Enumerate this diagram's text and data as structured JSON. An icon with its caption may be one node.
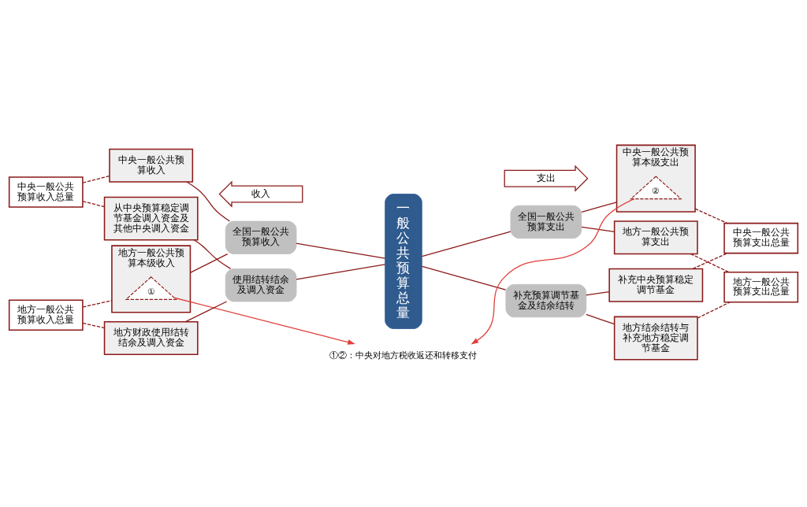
{
  "diagram": {
    "nodes": [
      {
        "text": [
          "收入"
        ]
      },
      {
        "text": [
          "支出"
        ]
      },
      {
        "text": [
          "中央一般公共预算收入总量"
        ]
      },
      {
        "text": [
          "地方一般公共预算收入总量"
        ]
      },
      {
        "text": [
          "中央一般公共预算收入"
        ]
      },
      {
        "text": [
          "地方一般公共预算本级收入"
        ]
      },
      {
        "text": [
          "①"
        ],
        "in": 5
      },
      {
        "text": [
          "从中央预算稳定调节基金调入资金及其他中央调入资金"
        ]
      },
      {
        "text": [
          "地方财政使用结转结余及调入资金"
        ]
      },
      {
        "text": [
          "全国一般公共预算收入"
        ]
      },
      {
        "text": [
          "使用结转结余及调入资金"
        ]
      },
      {
        "text": [
          "一般公共预算总量"
        ]
      },
      {
        "text": [
          "全国一般公共预算支出"
        ]
      },
      {
        "text": [
          "补充预算调节基金及结余结转"
        ]
      },
      {
        "text": [
          "中央一般公共预算本级支出"
        ]
      },
      {
        "text": [
          "②"
        ],
        "in": 14
      },
      {
        "text": [
          "地方一般公共预算支出"
        ]
      },
      {
        "text": [
          "补充中央预算稳定调节基金"
        ]
      },
      {
        "text": [
          "地方结余结转与补充地方稳定调节基金"
        ]
      },
      {
        "text": [
          "中央一般公共预算支出总量"
        ]
      },
      {
        "text": [
          "地方一般公共预算支出总量"
        ]
      },
      {
        "text": [
          "①②：中央对地方税收返还和转移支付"
        ]
      }
    ],
    "edges": [
      {
        "from": 2,
        "to": 4,
        "arrow": "none",
        "style": "dashed"
      },
      {
        "from": 2,
        "to": 7,
        "arrow": "none",
        "style": "dashed"
      },
      {
        "from": 3,
        "to": 5,
        "arrow": "none",
        "style": "dashed"
      },
      {
        "from": 3,
        "to": 8,
        "arrow": "none",
        "style": "dashed"
      },
      {
        "from": 4,
        "to": 9,
        "arrow": "none"
      },
      {
        "from": 5,
        "to": 9,
        "arrow": "none"
      },
      {
        "from": 7,
        "to": 10,
        "arrow": "none"
      },
      {
        "from": 8,
        "to": 10,
        "arrow": "none"
      },
      {
        "from": 9,
        "to": 11,
        "arrow": "none"
      },
      {
        "from": 10,
        "to": 11,
        "arrow": "none"
      },
      {
        "from": 11,
        "to": 12,
        "arrow": "none"
      },
      {
        "from": 11,
        "to": 13,
        "arrow": "none"
      },
      {
        "from": 12,
        "to": 14,
        "arrow": "none"
      },
      {
        "from": 12,
        "to": 16,
        "arrow": "none"
      },
      {
        "from": 13,
        "to": 17,
        "arrow": "none"
      },
      {
        "from": 13,
        "to": 18,
        "arrow": "none"
      },
      {
        "from": 14,
        "to": 19,
        "arrow": "none",
        "style": "dashed"
      },
      {
        "from": 17,
        "to": 19,
        "arrow": "none",
        "style": "dashed"
      },
      {
        "from": 16,
        "to": 20,
        "arrow": "none",
        "style": "dashed"
      },
      {
        "from": 18,
        "to": 20,
        "arrow": "none",
        "style": "dashed"
      },
      {
        "from": 6,
        "to": 21,
        "arrow": "to",
        "color": "#e0403c"
      },
      {
        "from": 15,
        "to": 21,
        "arrow": "to",
        "color": "#e0403c"
      }
    ]
  }
}
